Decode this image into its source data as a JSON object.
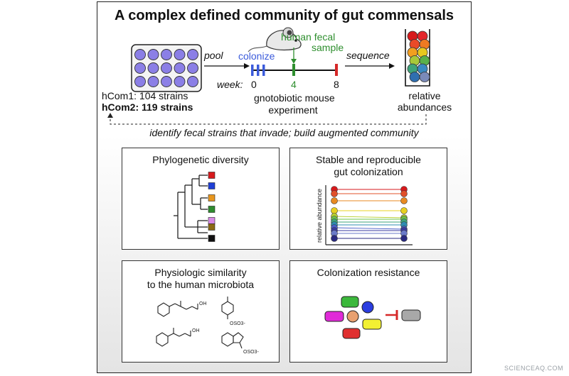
{
  "title": "A complex defined community of gut commensals",
  "workflow": {
    "pool_label": "pool",
    "colonize_label": "colonize",
    "human_fecal_label": "human fecal",
    "sample_label": "sample",
    "sequence_label": "sequence",
    "week_label": "week:",
    "week_ticks": [
      "0",
      "4",
      "8"
    ],
    "hcom1_label": "hCom1: 104 strains",
    "hcom2_label": "hCom2: 119 strains",
    "experiment_line1": "gnotobiotic mouse",
    "experiment_line2": "experiment",
    "result_line1": "relative",
    "result_line2": "abundances",
    "feedback_text": "identify fecal strains that invade; build augmented community"
  },
  "panels": {
    "phylo": {
      "title": "Phylogenetic diversity",
      "leaf_colors": [
        "#d7191c",
        "#1f3fd6",
        "#e8961e",
        "#2e8b2e",
        "#d98be6",
        "#8b6914",
        "#111111"
      ]
    },
    "stable": {
      "title_line1": "Stable and reproducible",
      "title_line2": "gut colonization",
      "ylabel": "relative abundance"
    },
    "physio": {
      "title_line1": "Physiologic similarity",
      "title_line2": "to the human microbiota",
      "chem_labels": [
        "OH",
        "OH",
        "OSO3-",
        "OSO3-"
      ]
    },
    "resist": {
      "title": "Colonization resistance"
    }
  },
  "colors": {
    "colonize": "#3b5bdb",
    "fecal": "#2f8f2f",
    "endpoint": "#d62828",
    "plate_well": "#8b7fe6"
  },
  "watermark": "SCIENCEAQ.COM"
}
